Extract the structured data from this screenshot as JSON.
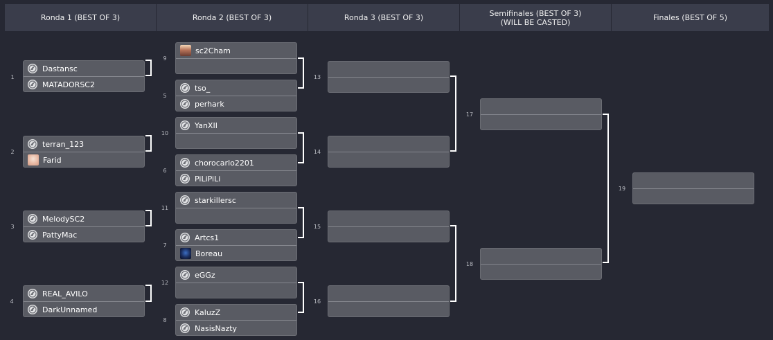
{
  "rounds": [
    "Ronda 1 (BEST OF 3)",
    "Ronda 2 (BEST OF 3)",
    "Ronda 3 (BEST OF 3)",
    "Semifinales (BEST OF 3)\n(WILL BE CASTED)",
    "Finales (BEST OF 5)"
  ],
  "matches": [
    {
      "number": "1",
      "players": [
        "Dastansc",
        "MATADORSC2"
      ]
    },
    {
      "number": "2",
      "players": [
        "terran_123",
        "Farid"
      ]
    },
    {
      "number": "3",
      "players": [
        "MelodySC2",
        "PattyMac"
      ]
    },
    {
      "number": "4",
      "players": [
        "REAL_AVILO",
        "DarkUnnamed"
      ]
    },
    {
      "number": "9",
      "players": [
        "sc2Cham",
        ""
      ]
    },
    {
      "number": "5",
      "players": [
        "tso_",
        "perhark"
      ]
    },
    {
      "number": "10",
      "players": [
        "YanXII",
        ""
      ]
    },
    {
      "number": "6",
      "players": [
        "chorocarlo2201",
        "PiLiPiLi"
      ]
    },
    {
      "number": "11",
      "players": [
        "starkillersc",
        ""
      ]
    },
    {
      "number": "7",
      "players": [
        "Artcs1",
        "Boreau"
      ]
    },
    {
      "number": "12",
      "players": [
        "eGGz",
        ""
      ]
    },
    {
      "number": "8",
      "players": [
        "KaluzZ",
        "NasisNazty"
      ]
    },
    {
      "number": "13",
      "players": [
        "",
        ""
      ]
    },
    {
      "number": "14",
      "players": [
        "",
        ""
      ]
    },
    {
      "number": "15",
      "players": [
        "",
        ""
      ]
    },
    {
      "number": "16",
      "players": [
        "",
        ""
      ]
    },
    {
      "number": "17",
      "players": [
        "",
        ""
      ]
    },
    {
      "number": "18",
      "players": [
        "",
        ""
      ]
    },
    {
      "number": "19",
      "players": [
        "",
        ""
      ]
    }
  ],
  "icons": {
    "default_avatar": "starcraft-logo-icon"
  },
  "colors": {
    "background": "#262833",
    "header": "#3a3d4b",
    "match": "#595b63",
    "connector": "#ffffff"
  }
}
